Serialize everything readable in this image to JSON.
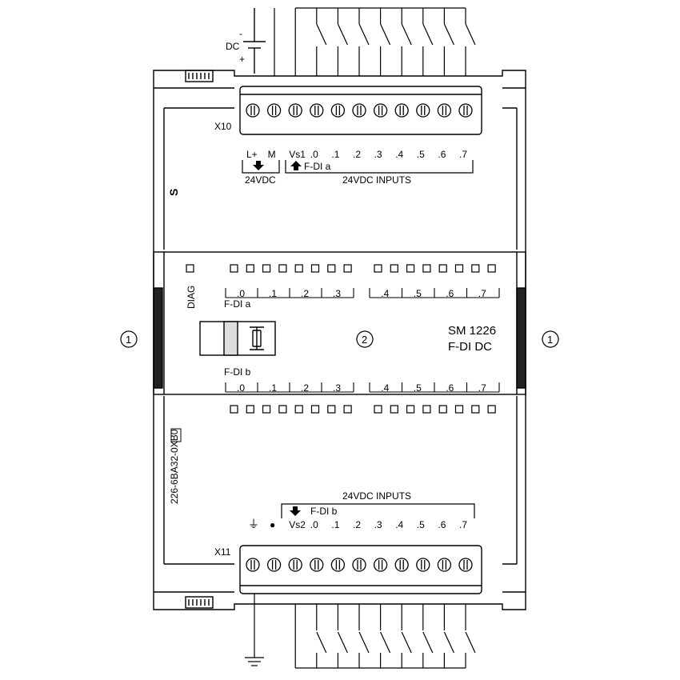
{
  "supply": {
    "label": "DC",
    "minus": "-",
    "plus": "+"
  },
  "top_connector": {
    "label": "X10",
    "power_terminals": [
      "L+",
      "M"
    ],
    "power_group_label": "24VDC",
    "input_terminals": [
      "Vs1",
      ".0",
      ".1",
      ".2",
      ".3",
      ".4",
      ".5",
      ".6",
      ".7"
    ],
    "input_channel_label": "F-DI a",
    "input_group_label": "24VDC INPUTS"
  },
  "bottom_connector": {
    "label": "X11",
    "ground_terminals": [
      "⏚",
      "●"
    ],
    "input_terminals": [
      "Vs2",
      ".0",
      ".1",
      ".2",
      ".3",
      ".4",
      ".5",
      ".6",
      ".7"
    ],
    "input_channel_label": "F-DI b",
    "input_group_label": "24VDC INPUTS"
  },
  "status_panel": {
    "diag_label": "DIAG",
    "channel_a_label": "F-DI a",
    "channel_b_label": "F-DI b",
    "leds_a": [
      ".0",
      ".1",
      ".2",
      ".3",
      ".4",
      ".5",
      ".6",
      ".7"
    ],
    "leds_b": [
      ".0",
      ".1",
      ".2",
      ".3",
      ".4",
      ".5",
      ".6",
      ".7"
    ]
  },
  "module": {
    "name_line1": "SM 1226",
    "name_line2": "F-DI DC",
    "order_number": "226-6BA32-0XB0",
    "callout_center": "2",
    "callout_left": "1",
    "callout_right": "1"
  }
}
